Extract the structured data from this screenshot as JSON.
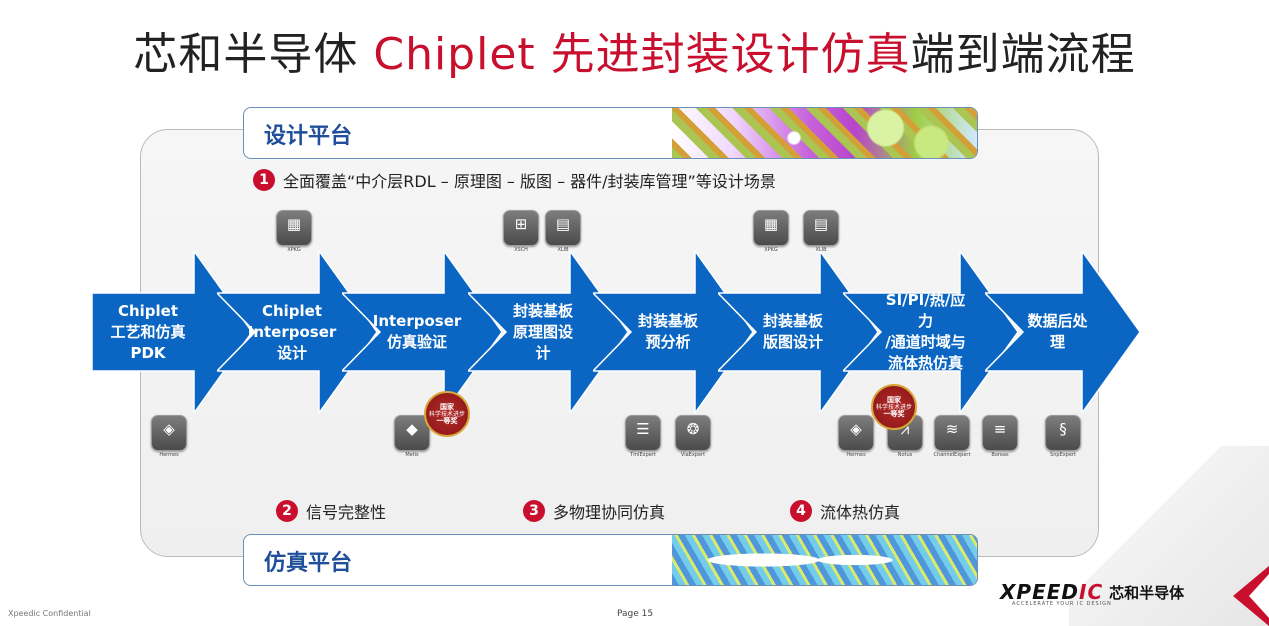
{
  "title": {
    "part1": "芯和半导体 ",
    "part2": "Chiplet 先进封装设计仿真",
    "part3": "端到端流程"
  },
  "design_platform": {
    "label": "设计平台"
  },
  "sim_platform": {
    "label": "仿真平台"
  },
  "notes": [
    {
      "num": "1",
      "text": "全面覆盖“中介层RDL – 原理图 – 版图 – 器件/封装库管理”等设计场景"
    },
    {
      "num": "2",
      "text": "信号完整性"
    },
    {
      "num": "3",
      "text": "多物理协同仿真"
    },
    {
      "num": "4",
      "text": "流体热仿真"
    }
  ],
  "steps": [
    {
      "label": "Chiplet\n工艺和仿真\nPDK"
    },
    {
      "label": "Chiplet\nInterposer\n设计"
    },
    {
      "label": "Interposer\n仿真验证"
    },
    {
      "label": "封装基板\n原理图设计"
    },
    {
      "label": "封装基板\n预分析"
    },
    {
      "label": "封装基板\n版图设计"
    },
    {
      "label": "SI/PI/热/应力\n/通道时域与\n流体热仿真"
    },
    {
      "label": "数据后处理"
    }
  ],
  "tools_top": [
    {
      "icon": "xpkg-icon",
      "caption": "XPKG"
    },
    {
      "icon": "xsch-icon",
      "caption": "XSCH"
    },
    {
      "icon": "xlib-icon",
      "caption": "XLIB"
    },
    {
      "icon": "xpkg-icon",
      "caption": "XPKG"
    },
    {
      "icon": "xlib-icon",
      "caption": "XLIB"
    }
  ],
  "tools_bottom": [
    {
      "icon": "hermes-icon",
      "caption": "Hermes"
    },
    {
      "icon": "metis-icon",
      "caption": "Metis"
    },
    {
      "icon": "tmlexpert-icon",
      "caption": "TmlExpert"
    },
    {
      "icon": "viaexpert-icon",
      "caption": "ViaExpert"
    },
    {
      "icon": "hermes-icon",
      "caption": "Hermes"
    },
    {
      "icon": "notus-icon",
      "caption": "Notus"
    },
    {
      "icon": "channelexpert-icon",
      "caption": "ChannelExpert"
    },
    {
      "icon": "boreas-icon",
      "caption": "Boreas"
    },
    {
      "icon": "snpexpert-icon",
      "caption": "SnpExpert"
    }
  ],
  "badges": [
    {
      "line1": "国家",
      "line2": "科学技术进步",
      "line3": "一等奖"
    },
    {
      "line1": "国家",
      "line2": "科学技术进步",
      "line3": "一等奖"
    }
  ],
  "footer": {
    "confidential": "Xpeedic Confidential",
    "page": "Page  15"
  },
  "logo": {
    "brand_a": "XPEED",
    "brand_b": "IC",
    "cn": "芯和半导体",
    "tagline": "ACCELERATE YOUR IC DESIGN"
  },
  "colors": {
    "accent_red": "#c8102e",
    "arrow_blue": "#0a66c2",
    "platform_blue": "#1f4f9a"
  }
}
